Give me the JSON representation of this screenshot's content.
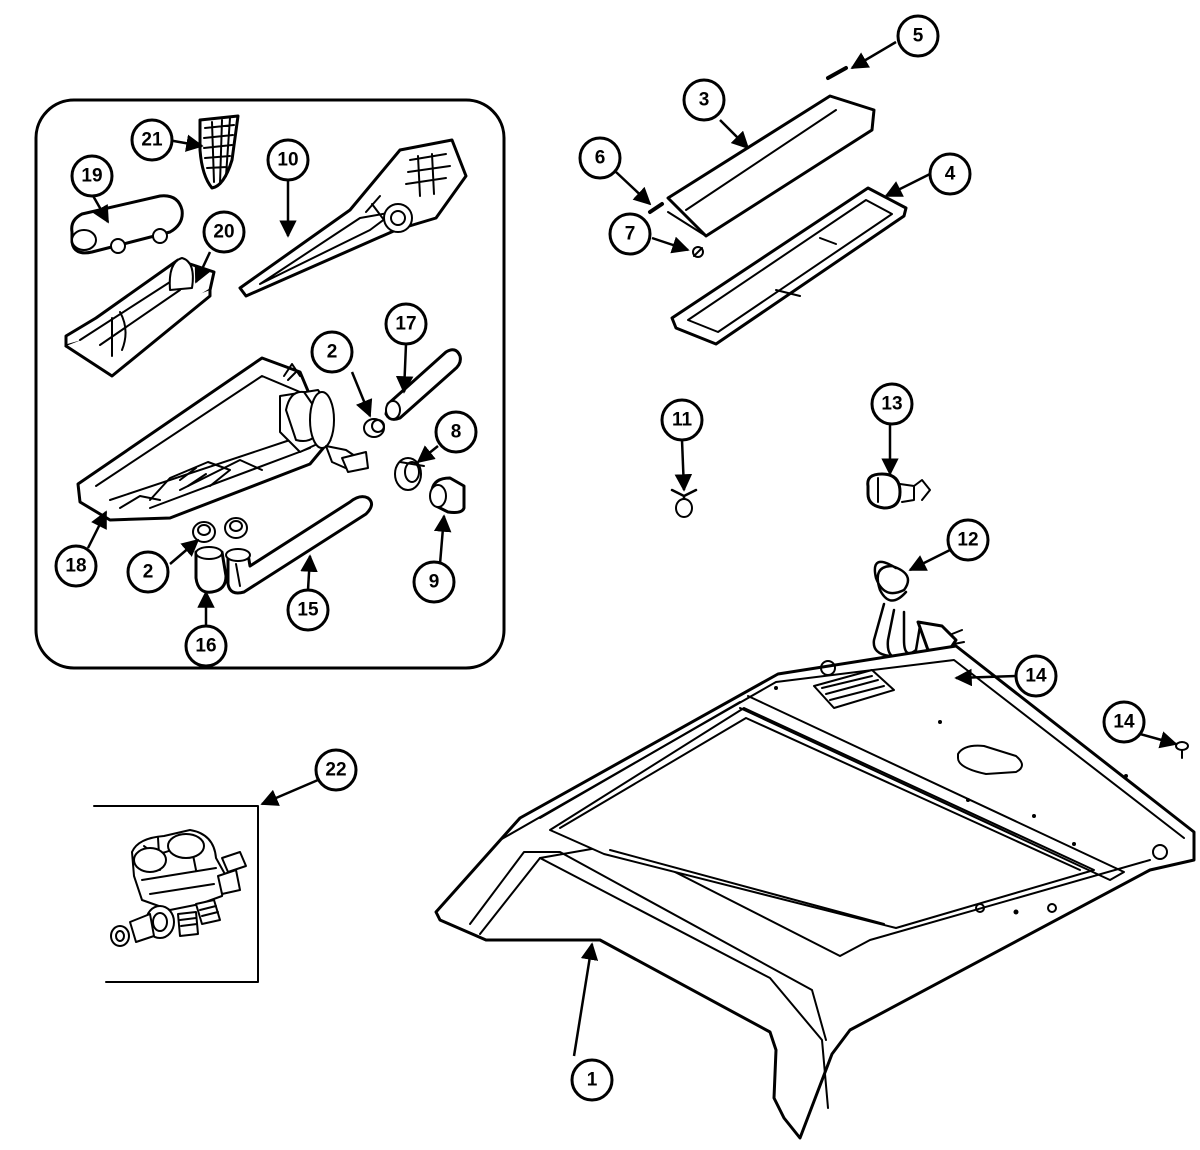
{
  "callouts": [
    {
      "id": "c1",
      "label": "1"
    },
    {
      "id": "c2a",
      "label": "2"
    },
    {
      "id": "c2b",
      "label": "2"
    },
    {
      "id": "c3",
      "label": "3"
    },
    {
      "id": "c4",
      "label": "4"
    },
    {
      "id": "c5",
      "label": "5"
    },
    {
      "id": "c6",
      "label": "6"
    },
    {
      "id": "c7",
      "label": "7"
    },
    {
      "id": "c8",
      "label": "8"
    },
    {
      "id": "c9",
      "label": "9"
    },
    {
      "id": "c10",
      "label": "10"
    },
    {
      "id": "c11",
      "label": "11"
    },
    {
      "id": "c12",
      "label": "12"
    },
    {
      "id": "c13",
      "label": "13"
    },
    {
      "id": "c14a",
      "label": "14"
    },
    {
      "id": "c14b",
      "label": "14"
    },
    {
      "id": "c15",
      "label": "15"
    },
    {
      "id": "c16",
      "label": "16"
    },
    {
      "id": "c17",
      "label": "17"
    },
    {
      "id": "c18",
      "label": "18"
    },
    {
      "id": "c19",
      "label": "19"
    },
    {
      "id": "c20",
      "label": "20"
    },
    {
      "id": "c21",
      "label": "21"
    },
    {
      "id": "c22",
      "label": "22"
    }
  ],
  "colors": {
    "line": "#000000",
    "background": "#ffffff"
  }
}
